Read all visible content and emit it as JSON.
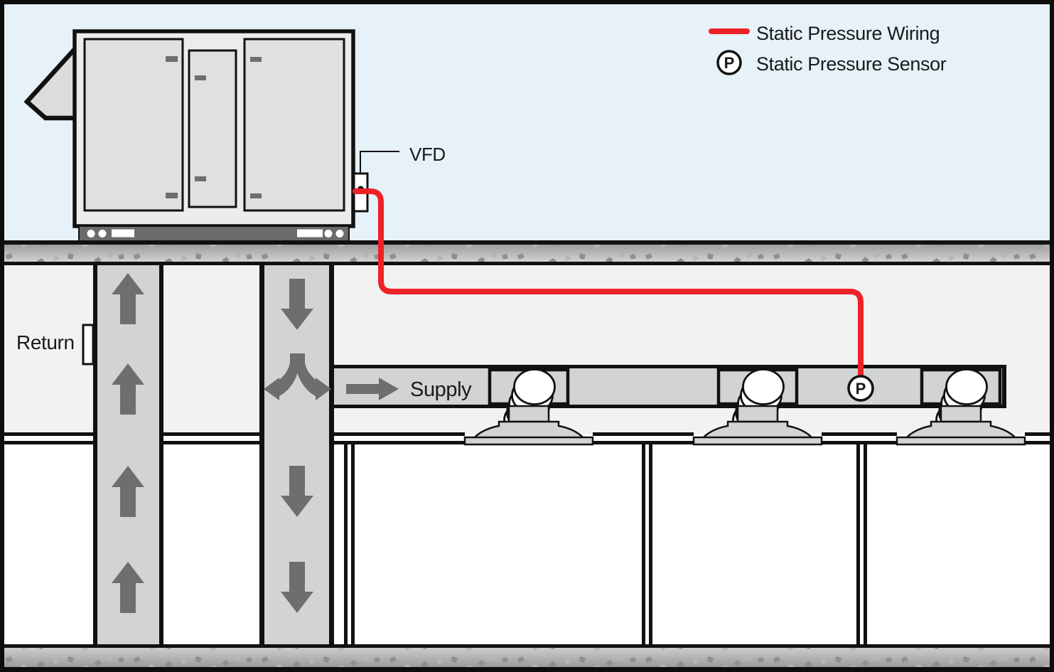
{
  "legend": {
    "wiring_label": "Static Pressure Wiring",
    "sensor_label": "Static Pressure Sensor",
    "sensor_symbol": "P"
  },
  "labels": {
    "vfd": "VFD",
    "return_duct": "Return",
    "supply_duct": "Supply",
    "sensor_symbol": "P"
  },
  "colors": {
    "wiring_red": "#ED2228",
    "duct_gray": "#D2D3D4",
    "arrow_gray": "#6E6E6E",
    "sky_blue": "#E6F1F8",
    "plenum_gray": "#F2F2F2"
  }
}
